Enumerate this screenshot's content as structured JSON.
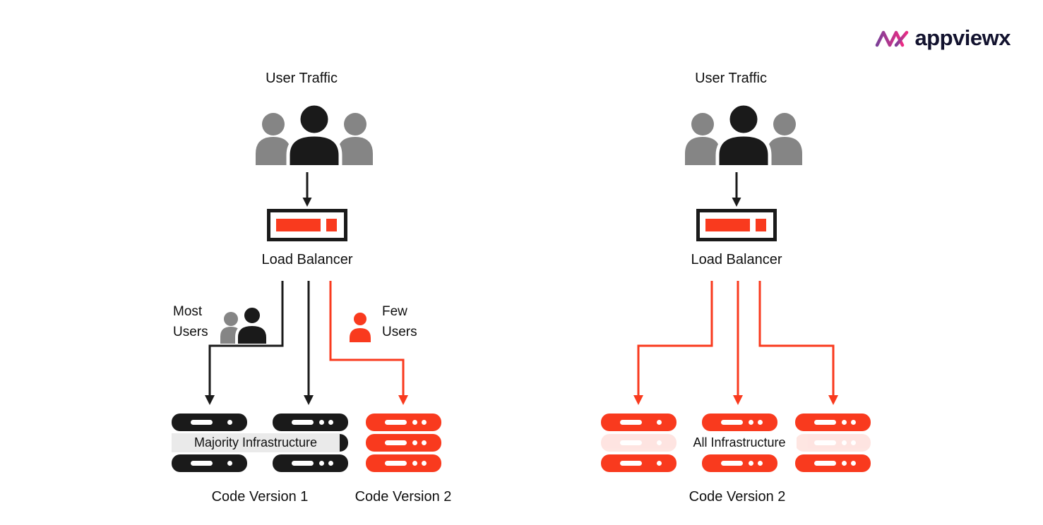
{
  "brand": {
    "name": "appviewx",
    "wordmark_color": "#12122e",
    "gradient_start": "#7c3f98",
    "gradient_end": "#ec2c84"
  },
  "colors": {
    "red": "#f93a1e",
    "black": "#1a1a1a",
    "gray_person": "#858585",
    "infra_label_bg": "#eaeaea"
  },
  "left": {
    "user_traffic": "User Traffic",
    "load_balancer": "Load Balancer",
    "most_users": "Most\nUsers",
    "few_users": "Few\nUsers",
    "infrastructure": "Majority Infrastructure",
    "code_version_1": "Code Version 1",
    "code_version_2": "Code Version 2"
  },
  "right": {
    "user_traffic": "User Traffic",
    "load_balancer": "Load Balancer",
    "infrastructure": "All Infrastructure",
    "code_version": "Code Version 2"
  }
}
